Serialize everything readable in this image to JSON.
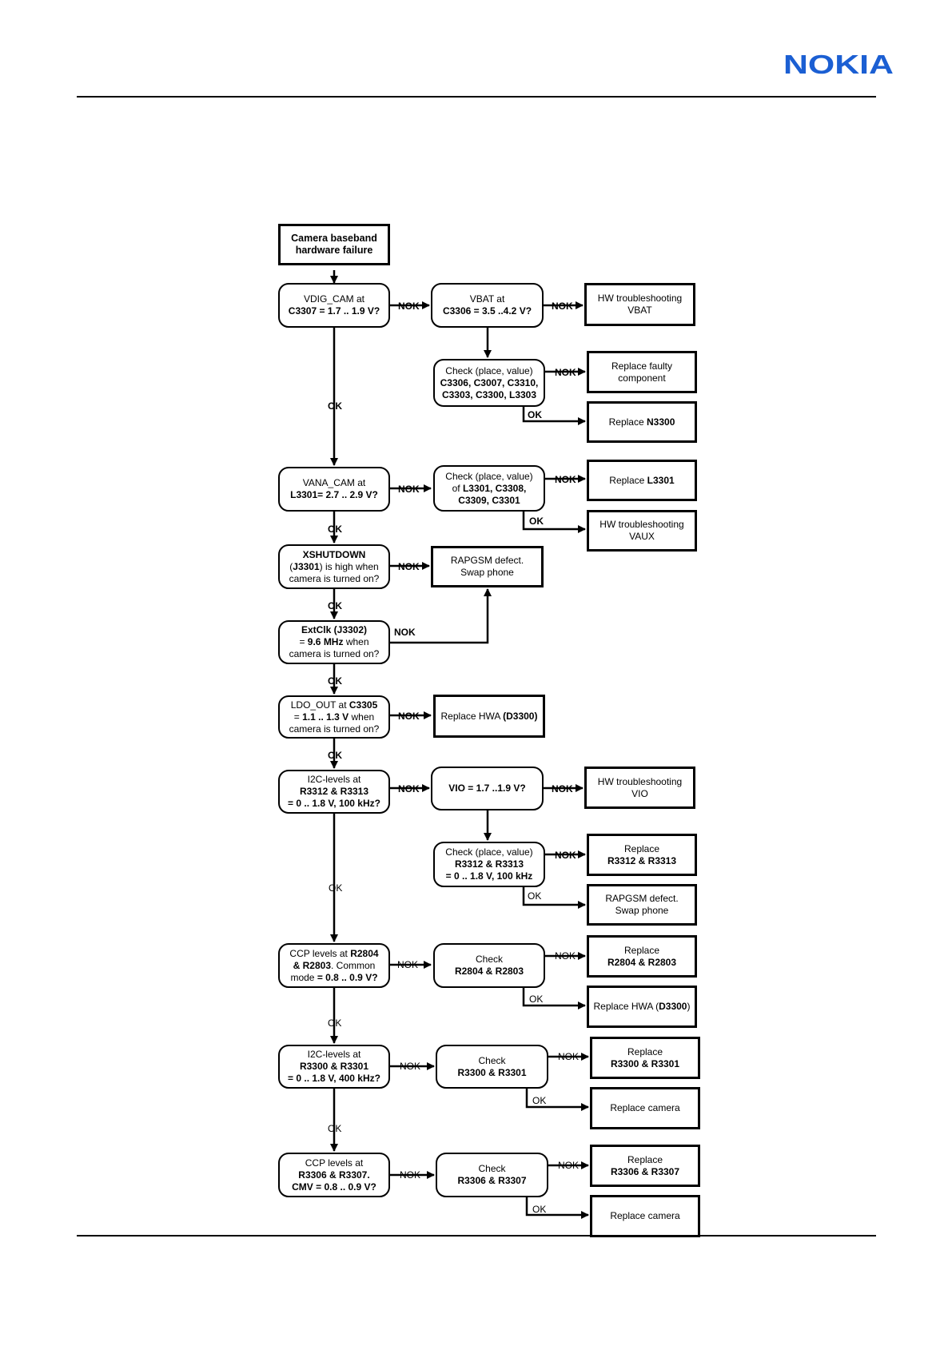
{
  "header": {
    "brand": "NOKIA",
    "brand_color": "#1b5fd3"
  },
  "nodes": {
    "start": [
      "Camera baseband",
      "hardware failure"
    ],
    "vdig": [
      "VDIG_CAM at",
      "**C3307 = 1.7 .. 1.9 V?**"
    ],
    "vbat_check": [
      "VBAT at",
      "**C3306 = 3.5 ..4.2 V?**"
    ],
    "hw_vbat": [
      "HW troubleshooting",
      "VBAT"
    ],
    "check1": [
      "Check (place, value)",
      "**C3306, C3007, C3310,**",
      "**C3303, C3300, L3303**"
    ],
    "replace_faulty": [
      "Replace faulty",
      "component"
    ],
    "replace_n3300": [
      "Replace **N3300**"
    ],
    "vana": [
      "VANA_CAM at",
      "**L3301= 2.7 .. 2.9 V?**"
    ],
    "check2": [
      "Check (place, value)",
      "of **L3301, C3308,**",
      "**C3309, C3301**"
    ],
    "replace_l3301": [
      "Replace **L3301**"
    ],
    "hw_vaux": [
      "HW troubleshooting",
      "VAUX"
    ],
    "xshutdown": [
      "**XSHUTDOWN**",
      "(**J3301**) is high when",
      "camera is turned on?"
    ],
    "rapgsm1": [
      "RAPGSM defect.",
      "Swap phone"
    ],
    "extclk": [
      "**ExtClk (J3302)**",
      "= **9.6 MHz** when",
      "camera is turned on?"
    ],
    "ldo": [
      "LDO_OUT at **C3305**",
      "= **1.1 .. 1.3 V** when",
      "camera is turned on?"
    ],
    "replace_hwa1": [
      "Replace HWA **(D3300)**"
    ],
    "i2c1": [
      "I2C-levels at",
      "**R3312 & R3313**",
      "**= 0 .. 1.8 V, 100 kHz?**"
    ],
    "vio": [
      "**VIO = 1.7 ..1.9 V?**"
    ],
    "hw_vio": [
      "HW troubleshooting",
      "VIO"
    ],
    "check3": [
      "Check (place, value)",
      "**R3312 & R3313**",
      "**= 0 .. 1.8 V, 100 kHz**"
    ],
    "replace_r3312": [
      "Replace",
      "**R3312 & R3313**"
    ],
    "rapgsm2": [
      "RAPGSM defect.",
      "Swap phone"
    ],
    "ccp1": [
      "CCP levels at **R2804**",
      "**& R2803**. Common",
      "mode **= 0.8 .. 0.9 V?**"
    ],
    "check4": [
      "Check",
      "**R2804 & R2803**"
    ],
    "replace_r2804": [
      "Replace",
      "**R2804 & R2803**"
    ],
    "replace_hwa2": [
      "Replace HWA (**D3300**)"
    ],
    "i2c2": [
      "I2C-levels at",
      "**R3300 & R3301**",
      "**= 0 .. 1.8 V, 400 kHz?**"
    ],
    "check5": [
      "Check",
      "**R3300 & R3301**"
    ],
    "replace_r3300": [
      "Replace",
      "**R3300 & R3301**"
    ],
    "replace_cam1": [
      "Replace camera"
    ],
    "ccp2": [
      "CCP levels at",
      "**R3306 & R3307.**",
      "**CMV = 0.8 .. 0.9 V?**"
    ],
    "check6": [
      "Check",
      "**R3306 & R3307**"
    ],
    "replace_r3306": [
      "Replace",
      "**R3306 & R3307**"
    ],
    "replace_cam2": [
      "Replace camera"
    ]
  },
  "labels": {
    "ok": "OK",
    "nok": "NOK"
  }
}
